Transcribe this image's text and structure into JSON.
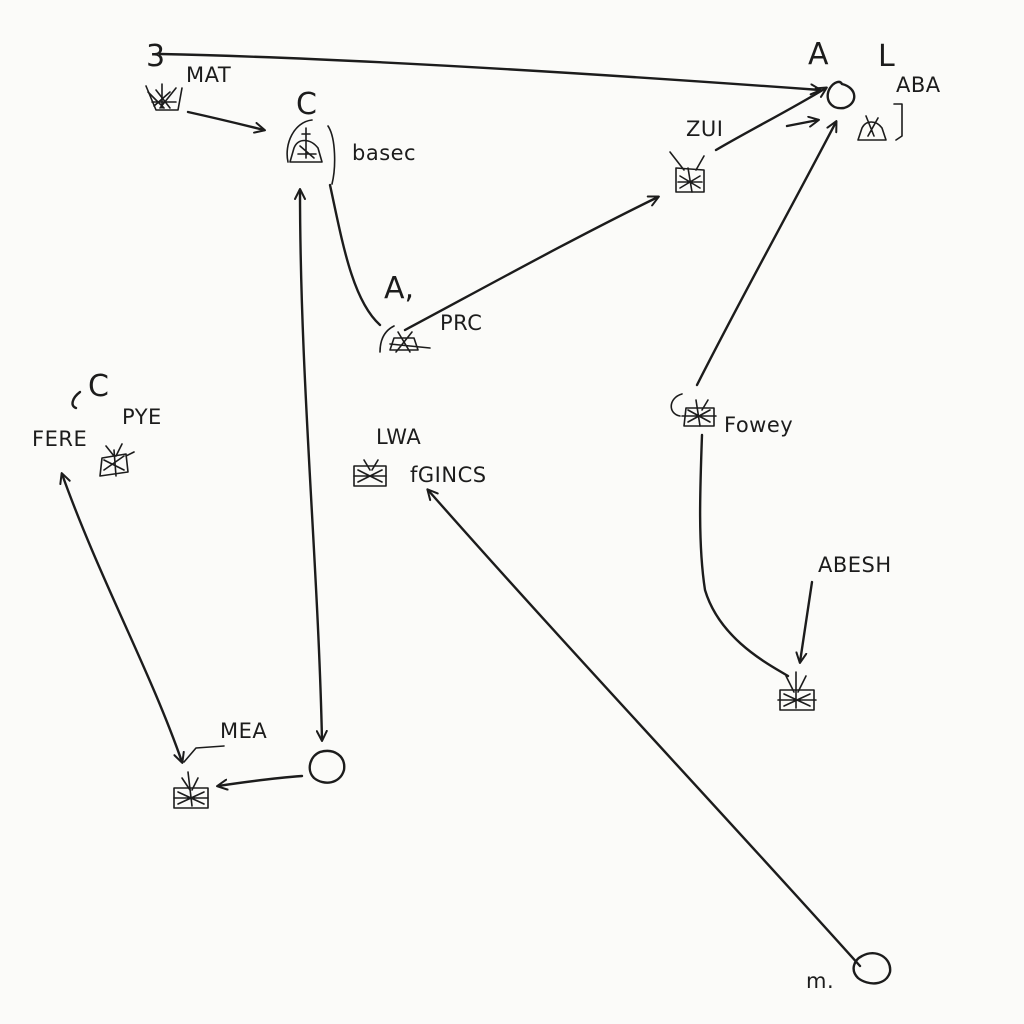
{
  "diagram": {
    "labels": {
      "l_3": "3",
      "l_mat": "MAT",
      "l_c_top": "C",
      "l_basec": "basec",
      "l_a_top": "A",
      "l_l_top": "L",
      "l_aba": "ABA",
      "l_zui": "ZUI",
      "l_a_mid": "A,",
      "l_prc": "PRC",
      "l_c_left": "C",
      "l_pye": "PYE",
      "l_fere": "FERE",
      "l_lwa": "LWA",
      "l_fgincs": "fGINCS",
      "l_fowey": "Fowey",
      "l_abesh": "ABESH",
      "l_mea": "MEA",
      "l_m": "m."
    }
  }
}
